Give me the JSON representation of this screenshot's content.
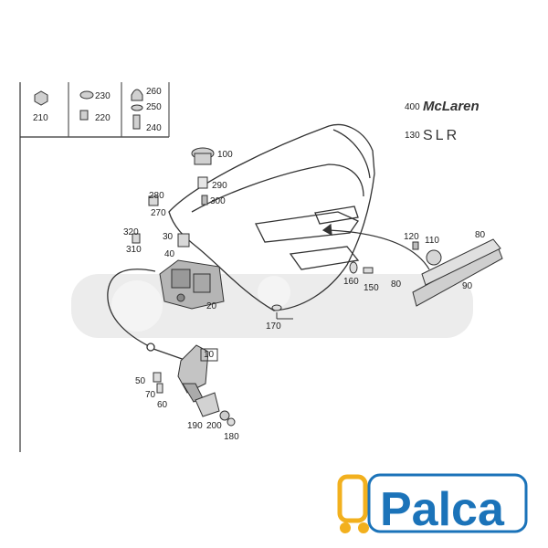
{
  "brand": {
    "model_number": "400",
    "model_name": "McLaren",
    "sub_number": "130",
    "sub_name": "SLR"
  },
  "logo": {
    "text": "Palca",
    "colors": {
      "yellow": "#f2b01e",
      "blue": "#1b73b9"
    }
  },
  "hardware_table": {
    "col1": [
      "210"
    ],
    "col2": [
      "230",
      "220"
    ],
    "col3": [
      "260",
      "250",
      "240"
    ]
  },
  "callouts": {
    "p10": "10",
    "p20": "20",
    "p30": "30",
    "p40": "40",
    "p50": "50",
    "p60": "60",
    "p70": "70",
    "p80a": "80",
    "p80b": "80",
    "p90": "90",
    "p100": "100",
    "p110": "110",
    "p120": "120",
    "p150": "150",
    "p160": "160",
    "p170": "170",
    "p180": "180",
    "p190": "190",
    "p200": "200",
    "p270": "270",
    "p280": "280",
    "p290": "290",
    "p300": "300",
    "p310": "310",
    "p320": "320"
  },
  "colors": {
    "line": "#333333",
    "watermark": "#ececec",
    "table_line": "#555555",
    "part_fill": "#bdbdbd"
  }
}
